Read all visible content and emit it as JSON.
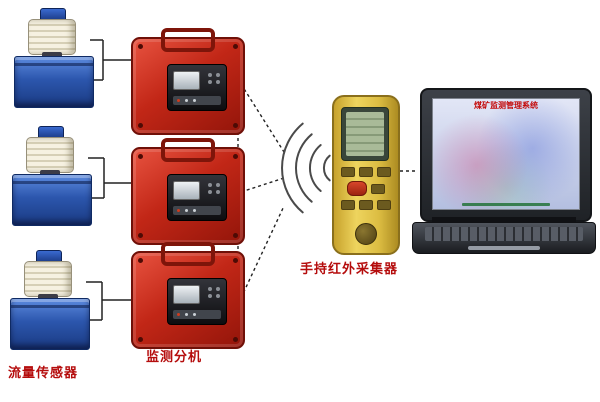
{
  "labels": {
    "flow_sensor": "流量传感器",
    "monitor_unit": "监测分机",
    "handheld_collector": "手持红外采集器"
  },
  "laptop": {
    "screen_title": "煤矿监测管理系统"
  },
  "colors": {
    "case_red": "#c22717",
    "sensor_blue": "#2c56ad",
    "handheld_yellow": "#e0bd3e",
    "label_red": "#b50d0d"
  }
}
